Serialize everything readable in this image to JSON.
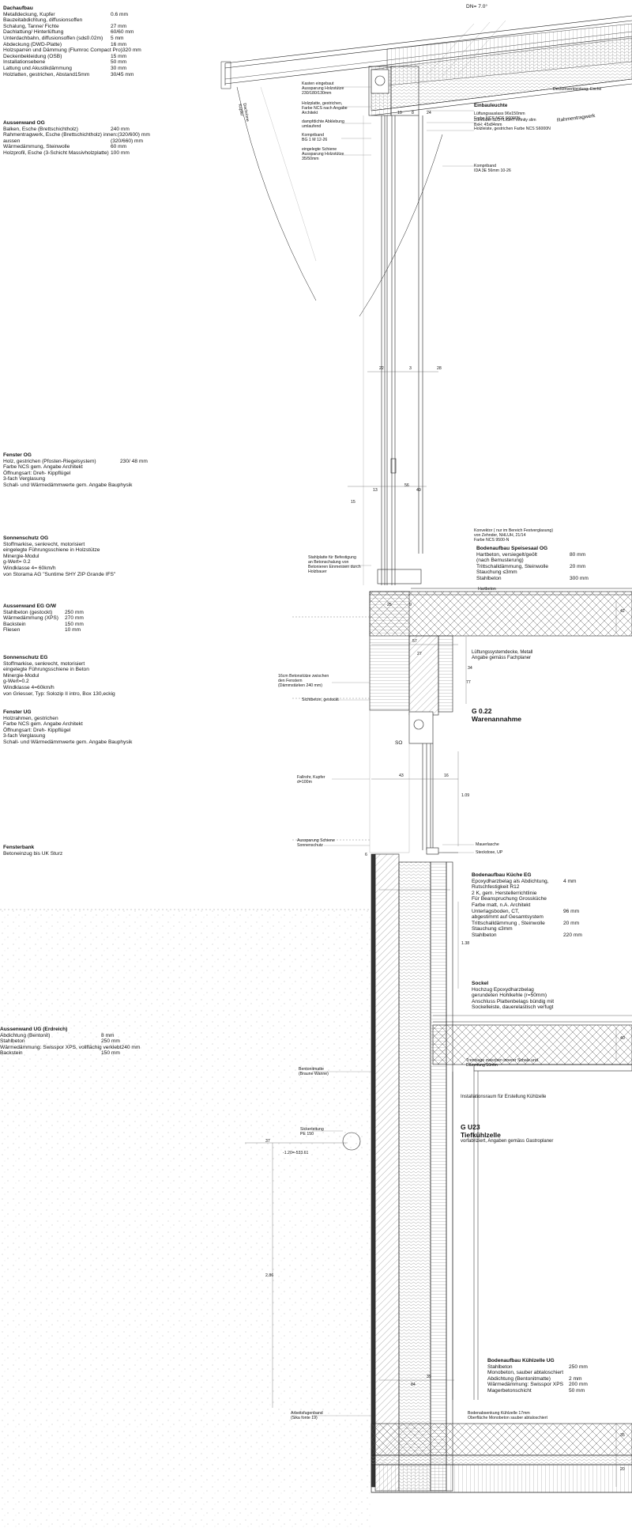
{
  "header": {
    "pitch": "DN= 7.0°"
  },
  "left_specs": [
    {
      "id": "dachaufbau",
      "title": "Dachaufbau",
      "rows": [
        [
          "Metalldeckung, Kupfer",
          "0.6 mm"
        ],
        [
          "Bauzeitabdichtung, diffusionsoffen",
          ""
        ],
        [
          "Schalung, Tanne/ Fichte",
          "27 mm"
        ],
        [
          "Dachlattung/ Hinterlüftung",
          "60/60 mm"
        ],
        [
          "Unterdachbahn, diffusionsoffen (sd≤0.02m)",
          "5 mm"
        ],
        [
          "Abdeckung (DWD-Platte)",
          "16 mm"
        ],
        [
          "Holzsparren und Dämmung (Flumroc Compact Pro)",
          "320 mm"
        ],
        [
          "Deckenbekleidung (OSB)",
          "15 mm"
        ],
        [
          "Installationsebene",
          "50 mm"
        ],
        [
          "Lattung und Akustikdämmung",
          "30 mm"
        ],
        [
          "Holzlatten, gestrichen, Abstand15mm",
          "30/45 mm"
        ]
      ]
    },
    {
      "id": "aussenwand-og",
      "title": "Aussenwand OG",
      "rows": [
        [
          "Balken, Esche (Brettschichtholz)",
          "240 mm"
        ],
        [
          "Rahmentragwerk, Esche (Brettschichtholz) innen:",
          "(320/600) mm"
        ],
        [
          "aussen",
          "(320/660) mm"
        ],
        [
          "Wärmedämmung, Steinwolle",
          "60 mm"
        ],
        [
          "Holzprofil, Esche (3-Schicht Massivholzplatte)",
          "100 mm"
        ]
      ]
    },
    {
      "id": "fenster-og",
      "title": "Fenster OG",
      "rows": [
        [
          "Holz, gestrichen (Pfosten-Riegelsystem)",
          "230/ 48 mm"
        ],
        [
          "Farbe NCS gem. Angabe Architekt",
          ""
        ],
        [
          "Öffnungsart: Dreh- Kippflügel",
          ""
        ],
        [
          "3-fach Verglasung",
          ""
        ],
        [
          "Schall- und Wärmedämmwerte gem. Angabe Bauphysik",
          ""
        ]
      ]
    },
    {
      "id": "sonnenschutz-og",
      "title": "Sonnenschutz OG",
      "rows": [
        [
          "Stoffmarkise, senkrecht, motorisiert",
          ""
        ],
        [
          "eingelegte Führungsschiene in Holzstütze",
          ""
        ],
        [
          "Minergie-Modul",
          ""
        ],
        [
          "g-Wert= 0.2",
          ""
        ],
        [
          "Windklasse 4= 60km/h",
          ""
        ],
        [
          "von Storama AG \"Suntime SHY ZIP Grande IFS\"",
          ""
        ]
      ]
    },
    {
      "id": "aussenwand-eg",
      "title": "Aussenwand EG O/W",
      "rows": [
        [
          "Stahlbeton (gestockt)",
          "250 mm"
        ],
        [
          "Wärmedämmung (XPS)",
          "270 mm"
        ],
        [
          "Backstein",
          "150 mm"
        ],
        [
          "Fliesen",
          "10 mm"
        ]
      ]
    },
    {
      "id": "sonnenschutz-eg",
      "title": "Sonnenschutz EG",
      "rows": [
        [
          "Stoffmarkise, senkrecht, motorisiert",
          ""
        ],
        [
          "eingelegte Führungsschiene in Beton",
          ""
        ],
        [
          "Minergie-Modul",
          ""
        ],
        [
          "g-Wert=0.2",
          ""
        ],
        [
          "Windklasse 4=60km/h",
          ""
        ],
        [
          "von Griesser, Typ: Solozip II intro, Box 130,eckig",
          ""
        ]
      ]
    },
    {
      "id": "fenster-ug",
      "title": "Fenster UG",
      "rows": [
        [
          "Holzrahmen, gestrichen",
          ""
        ],
        [
          "Farbe NCS gem. Angabe Architekt",
          ""
        ],
        [
          "Öffnungsart: Dreh- Kippflügel",
          ""
        ],
        [
          "3-fach Verglasung",
          ""
        ],
        [
          "Schall- und Wärmedämmwerte gem. Angabe Bauphysik",
          ""
        ]
      ]
    },
    {
      "id": "fensterbank",
      "title": "Fensterbank",
      "rows": [
        [
          "Betoneinzug bis UK Sturz",
          ""
        ]
      ]
    },
    {
      "id": "aussenwand-ug",
      "title": "Aussenwand UG (Erdreich)",
      "rows": [
        [
          "Abdichtung (Bentonit)",
          "8 mm"
        ],
        [
          "Stahlbeton",
          "250 mm"
        ],
        [
          "Wärmedämmung: Swisspor XPS, vollflächig verklebt",
          "240 mm"
        ],
        [
          "Backstein",
          "150 mm"
        ]
      ]
    }
  ],
  "notes": {
    "kasten": "Kasten eingebaut\nAussparung Holzstütze\n230/180/130mm",
    "holzplatte": "Holzplatte, gestrichen,\nFarbe NCS nach Angabe\nArchitekt",
    "abklebung": "dampfdichte Abklebung\numlaufend",
    "kompriband1": "Kompriband\nBG 1 M 12-26",
    "schiene": "eingelegte Schiene\nAussparung Holzstütze\n35/50mm",
    "einbauleuchte_title": "Einbauleuchte",
    "einbauleuchte": "Zumtobel SLOTLIGHT infinity slim\nBxH: 45x84mm",
    "lueftung": "Lüftungsauslass 96x150mm\nFarbe NCS NCS S6000N",
    "holzleiste": "Holzleiste, gestrichen Farbe NCS S6000N",
    "rahmentragwerk": "Rahmentragwerk",
    "deckenverkleidung": "Deckenverkleidung, Esche",
    "kompriband2": "Kompriband\nIDA 3E 56mm 10-26",
    "vorblendsteinigkeit": "Dachrinne\nKupfer",
    "konvektor": "Konvektor ( nur im Bereich Festverglasung)\nvon Zehnder, NHLUH, 21/14\nFarbe NCS 9500-N",
    "stahlplatte": "Stahlplatte für Befestigung\nan Betonschalung von\nBetonieren Einmessen durch\nHolzbauer",
    "betonstuetze": "16cm Betonstütze zwischen\nden Fenstern\n(Dämmstärken 240 mm)",
    "sichtbeton": "Sichtbeton, gestockt",
    "fallrohr": "Fallrohr, Kupfer\nd=100m",
    "aussparung": "Aussparung Schiene\nSonnenschutz",
    "luftungssystem": "Lüftungssystemdecke, Metall\nAngabe gemäss Fachplaner",
    "mauerlasche": "Mauerlasche",
    "steckdose": "Steckdose, UP",
    "trennlage": "Trennlage zwischen innerer Schale und\nDämmung 10mm",
    "installationsraum": "Installationsraum für Erstellung Kühlzelle",
    "bentonitmatte": "Bentonitmatte\n(Braune Wanne)",
    "sickerleitung": "Sickerleitung\nPE 150",
    "arbeitsfugenband": "Arbeitsfugenband\n(Sika fonte 19)",
    "bodenabsenkung": "Bodenabsenkung Kühlzelle 17mm\nOberfläche Monobeton sauber abtaloschiert",
    "so": "SO",
    "kote": "-1.20=-533.61"
  },
  "floors": [
    {
      "id": "speisesaal",
      "title": "Bodenaufbau Speisesaal OG",
      "rows": [
        [
          "Hartbeton, versiegelt/geölt",
          "80 mm"
        ],
        [
          "(nach Bemusterung)",
          ""
        ],
        [
          "Trittschalldämmung, Steinwolle",
          "20 mm"
        ],
        [
          "Stauchung ≤3mm",
          ""
        ],
        [
          "Stahlbeton",
          "300 mm"
        ]
      ],
      "extra": "Hartbeton"
    },
    {
      "id": "kueche",
      "title": "Bodenaufbau Küche EG",
      "rows": [
        [
          "Epoxydharzbelag als Abdichtung,",
          "4 mm"
        ],
        [
          "Rutschfestigkeit R12",
          ""
        ],
        [
          "2 K, gem. Herstellerrichtlinie",
          ""
        ],
        [
          "Für Beanspruchung Grossküche",
          ""
        ],
        [
          "Farbe matt, n.A. Architekt",
          ""
        ],
        [
          "Unterlagsboden, CT,",
          "96 mm"
        ],
        [
          "abgestimmt auf Gesamtsystem",
          ""
        ],
        [
          "Trittschalldämmung , Steinwolle",
          "20 mm"
        ],
        [
          "Stauchung ≤3mm",
          ""
        ],
        [
          "Stahlbeton",
          "220 mm"
        ]
      ]
    },
    {
      "id": "sockel",
      "title": "Sockel",
      "rows": [
        [
          "Hochzug Epoxydharzbelag",
          ""
        ],
        [
          "gerundeten Hohlkehle (r=50mm)",
          ""
        ],
        [
          "Anschluss Plattenbelags bündig mit",
          ""
        ],
        [
          "Sockelleiste, dauerelastisch verfugt",
          ""
        ]
      ]
    },
    {
      "id": "kuehlzelle",
      "title": "Bodenaufbau Kühlzelle UG",
      "rows": [
        [
          "Stahlbeton",
          "250 mm"
        ],
        [
          "Monobeton, sauber abtaloschiert",
          ""
        ],
        [
          "Abdichtung (Bentonitmatte)",
          "2 mm"
        ],
        [
          "Wärmedämmung: Swisspor XPS",
          "200 mm"
        ],
        [
          "Magerbetonschicht",
          "50 mm"
        ]
      ]
    }
  ],
  "rooms": [
    {
      "id": "g022",
      "code": "G 0.22",
      "name": "Warenannahme",
      "sub": ""
    },
    {
      "id": "gu23",
      "code": "G U23",
      "name": "Tiefkühlzelle",
      "sub": "vorfabriziert, Angaben gemäss Gastroplaner"
    }
  ],
  "dims": {
    "d22": "22",
    "d3": "3",
    "d28": "28",
    "d13": "13",
    "d49": "49",
    "d15": "15",
    "d56": "56",
    "d8": "8",
    "d24": "24",
    "d10": "10",
    "d25": "25",
    "d9": "9",
    "d42": "42",
    "d57": "57",
    "d27": "27",
    "d34": "34",
    "d77": "77",
    "d43": "43",
    "d16": "16",
    "d109": "1.09",
    "d138": "1.38",
    "d40": "40",
    "d39": "39",
    "d84": "84",
    "d286": "2.86",
    "d37": "37",
    "d20": "20",
    "d35": "35",
    "d6": "6"
  },
  "colors": {
    "line": "#222222",
    "hatch": "#555555",
    "light": "#9a9a9a"
  }
}
